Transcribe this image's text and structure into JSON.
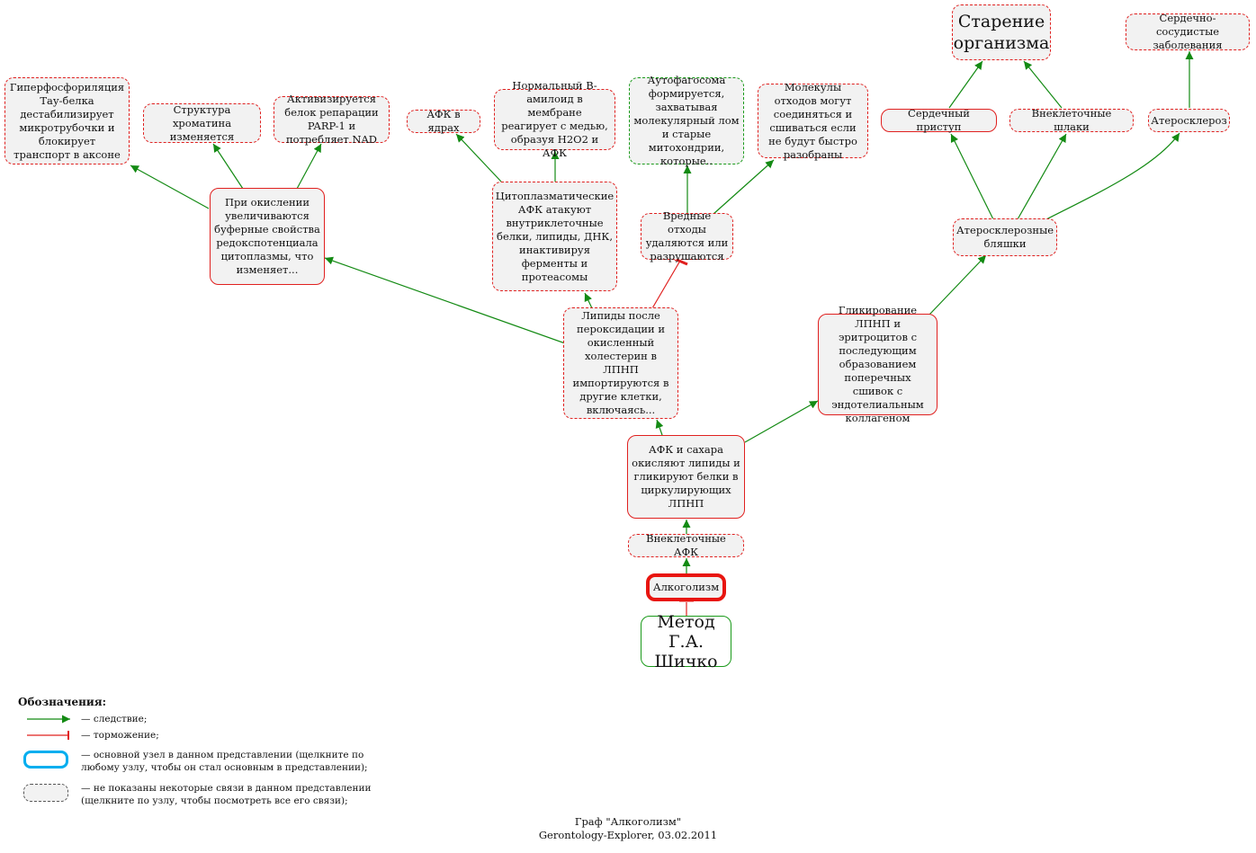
{
  "nodes": {
    "hyperphos": "Гиперфосфориляция Тау-белка дестабилизирует микротрубочки и блокирует транспорт в аксоне",
    "chromatin": "Структура хроматина изменяется",
    "parp": "Активизируется белок репарации PARP-1 и потребляет NAD",
    "afk_nuclei": "АФК в ядрах",
    "amyloid": "Нормальный В-амилоид в мембране реагирует с медью, образуя H2O2 и АФК",
    "autophagosome": "Аутофагосома формируется, захватывая молекулярный лом и старые митохондрии, которые..",
    "waste_molecules": "Молекулы отходов могут соединяться и сшиваться если не будут быстро разобраны",
    "aging": "Старение организма",
    "cardio": "Сердечно-сосудистые заболевания",
    "heart_attack": "Сердечный приступ",
    "extracell_waste": "Внеклеточные шлаки",
    "atherosclerosis": "Атеросклероз",
    "redox": "При окислении увеличиваются буферные свойства редокспотенциала цитоплазмы, что изменяет...",
    "cyto_afk": "Цитоплазматические АФК атакуют внутриклеточные белки, липиды, ДНК, инактивируя ферменты и протеасомы",
    "harmful_waste": "Вредные отходы удаляются или разрушаются",
    "plaques": "Атеросклерозные бляшки",
    "lipids": "Липиды после пероксидации и окисленный холестерин в ЛПНП импортируются в другие клетки, включаясь...",
    "glycation": "Гликирование ЛПНП и эритроцитов с последующим образованием поперечных сшивок с эндотелиальным коллагеном",
    "afk_sugar": "АФК и сахара окисляют липиды и гликируют белки в циркулирующих ЛПНП",
    "extracell_afk": "Внеклеточные АФК",
    "alcoholism": "Алкоголизм",
    "shichko": "Метод Г.А. Шичко"
  },
  "legend": {
    "title": "Обозначения:",
    "consequence": "— следствие;",
    "inhibition": "— торможение;",
    "main_node": "— основной узел в данном представлении (щелкните по любому узлу, чтобы он стал основным в представлении);",
    "hidden_links": "— не показаны некоторые связи в данном представлении (щелкните по узлу, чтобы посмотреть все его связи);"
  },
  "footer": {
    "line1": "Граф \"Алкоголизм\"",
    "line2": "Gerontology-Explorer, 03.02.2011"
  },
  "colors": {
    "consequence": "#138a13",
    "inhibition": "#e0201f",
    "main_highlight": "#00aeef",
    "node_fill": "#f2f2f2"
  }
}
